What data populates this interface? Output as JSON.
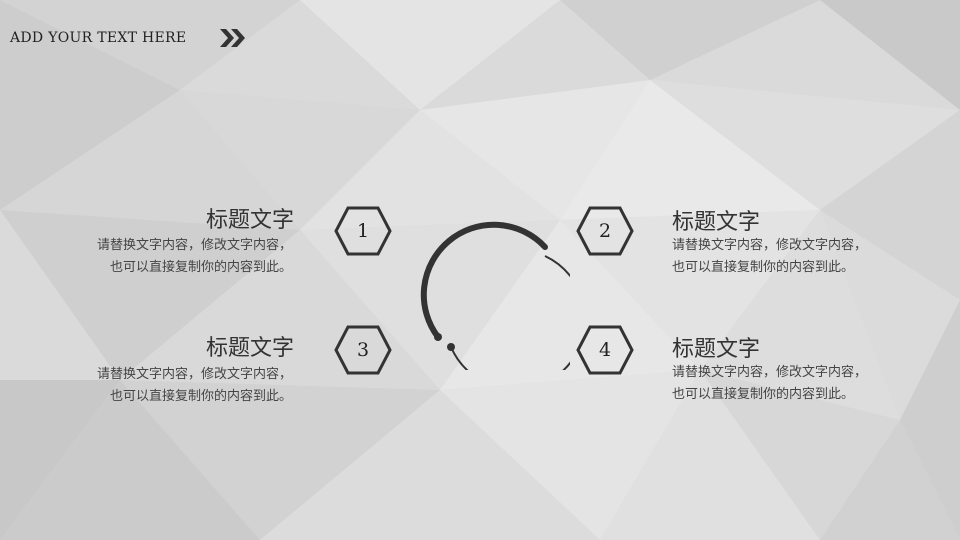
{
  "header": {
    "title": "ADD YOUR TEXT HERE",
    "arrow_icon": "double-chevron-right-icon"
  },
  "items": [
    {
      "number": "1",
      "title": "标题文字",
      "desc_line1": "请替换文字内容，修改文字内容，",
      "desc_line2": "也可以直接复制你的内容到此。"
    },
    {
      "number": "2",
      "title": "标题文字",
      "desc_line1": "请替换文字内容，修改文字内容，",
      "desc_line2": "也可以直接复制你的内容到此。"
    },
    {
      "number": "3",
      "title": "标题文字",
      "desc_line1": "请替换文字内容，修改文字内容，",
      "desc_line2": "也可以直接复制你的内容到此。"
    },
    {
      "number": "4",
      "title": "标题文字",
      "desc_line1": "请替换文字内容，修改文字内容，",
      "desc_line2": "也可以直接复制你的内容到此。"
    }
  ],
  "colors": {
    "accent": "#333333",
    "background": "#dcdcdc"
  }
}
